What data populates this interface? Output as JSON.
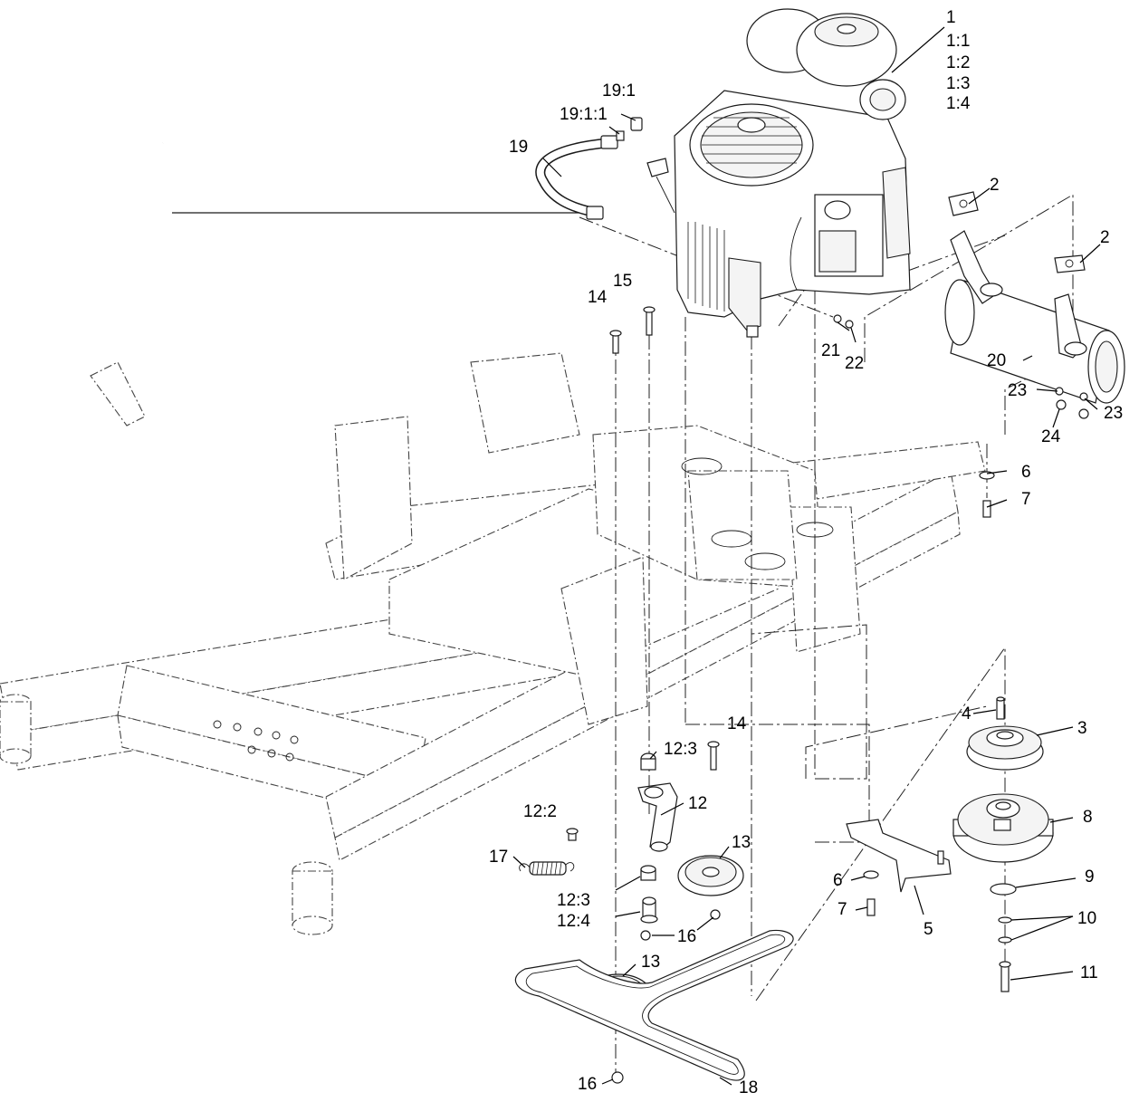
{
  "labels": {
    "p1": "1",
    "p1_1": "1:1",
    "p1_2": "1:2",
    "p1_3": "1:3",
    "p1_4": "1:4",
    "p2a": "2",
    "p2b": "2",
    "p3": "3",
    "p4": "4",
    "p5": "5",
    "p6a": "6",
    "p6b": "6",
    "p7a": "7",
    "p7b": "7",
    "p8": "8",
    "p9": "9",
    "p10": "10",
    "p11": "11",
    "p12": "12",
    "p12_2": "12:2",
    "p12_3a": "12:3",
    "p12_3b": "12:3",
    "p12_4": "12:4",
    "p13a": "13",
    "p13b": "13",
    "p14a": "14",
    "p14b": "14",
    "p15": "15",
    "p16a": "16",
    "p16b": "16",
    "p17": "17",
    "p18": "18",
    "p19": "19",
    "p19_1": "19:1",
    "p19_1_1": "19:1:1",
    "p20": "20",
    "p21": "21",
    "p22": "22",
    "p23a": "23",
    "p23b": "23",
    "p24": "24"
  }
}
